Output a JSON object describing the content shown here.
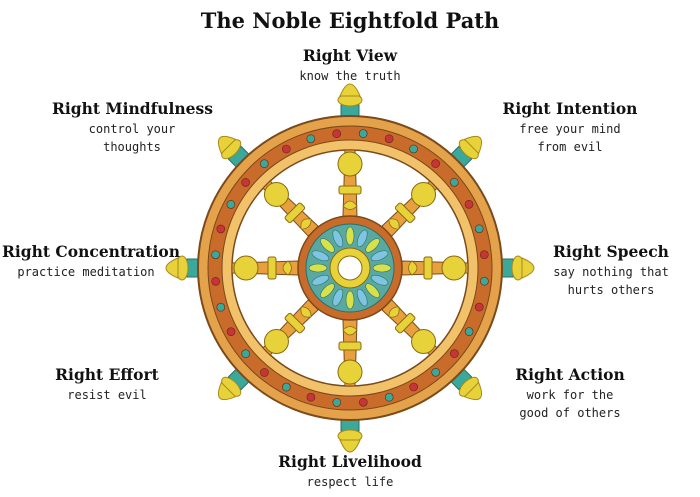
{
  "title": "The Noble Eightfold Path",
  "paths": [
    {
      "name": "Right View",
      "desc": "know the truth"
    },
    {
      "name": "Right Intention",
      "desc": "free your mind\nfrom evil"
    },
    {
      "name": "Right Speech",
      "desc": "say nothing that\nhurts others"
    },
    {
      "name": "Right Action",
      "desc": "work for the\ngood of others"
    },
    {
      "name": "Right Livelihood",
      "desc": "respect life"
    },
    {
      "name": "Right Effort",
      "desc": "resist evil"
    },
    {
      "name": "Right Concentration",
      "desc": "practice meditation"
    },
    {
      "name": "Right Mindfulness",
      "desc": "control your\nthoughts"
    }
  ],
  "colors": {
    "rim": "#e4a24a",
    "rim_band": "#c96b2a",
    "rim_inner": "#f2c26a",
    "spoke": "#e8a03e",
    "knob": "#e8d23a",
    "teal": "#3aa89a",
    "hub": "#5aa9a0",
    "red": "#c8343a"
  }
}
